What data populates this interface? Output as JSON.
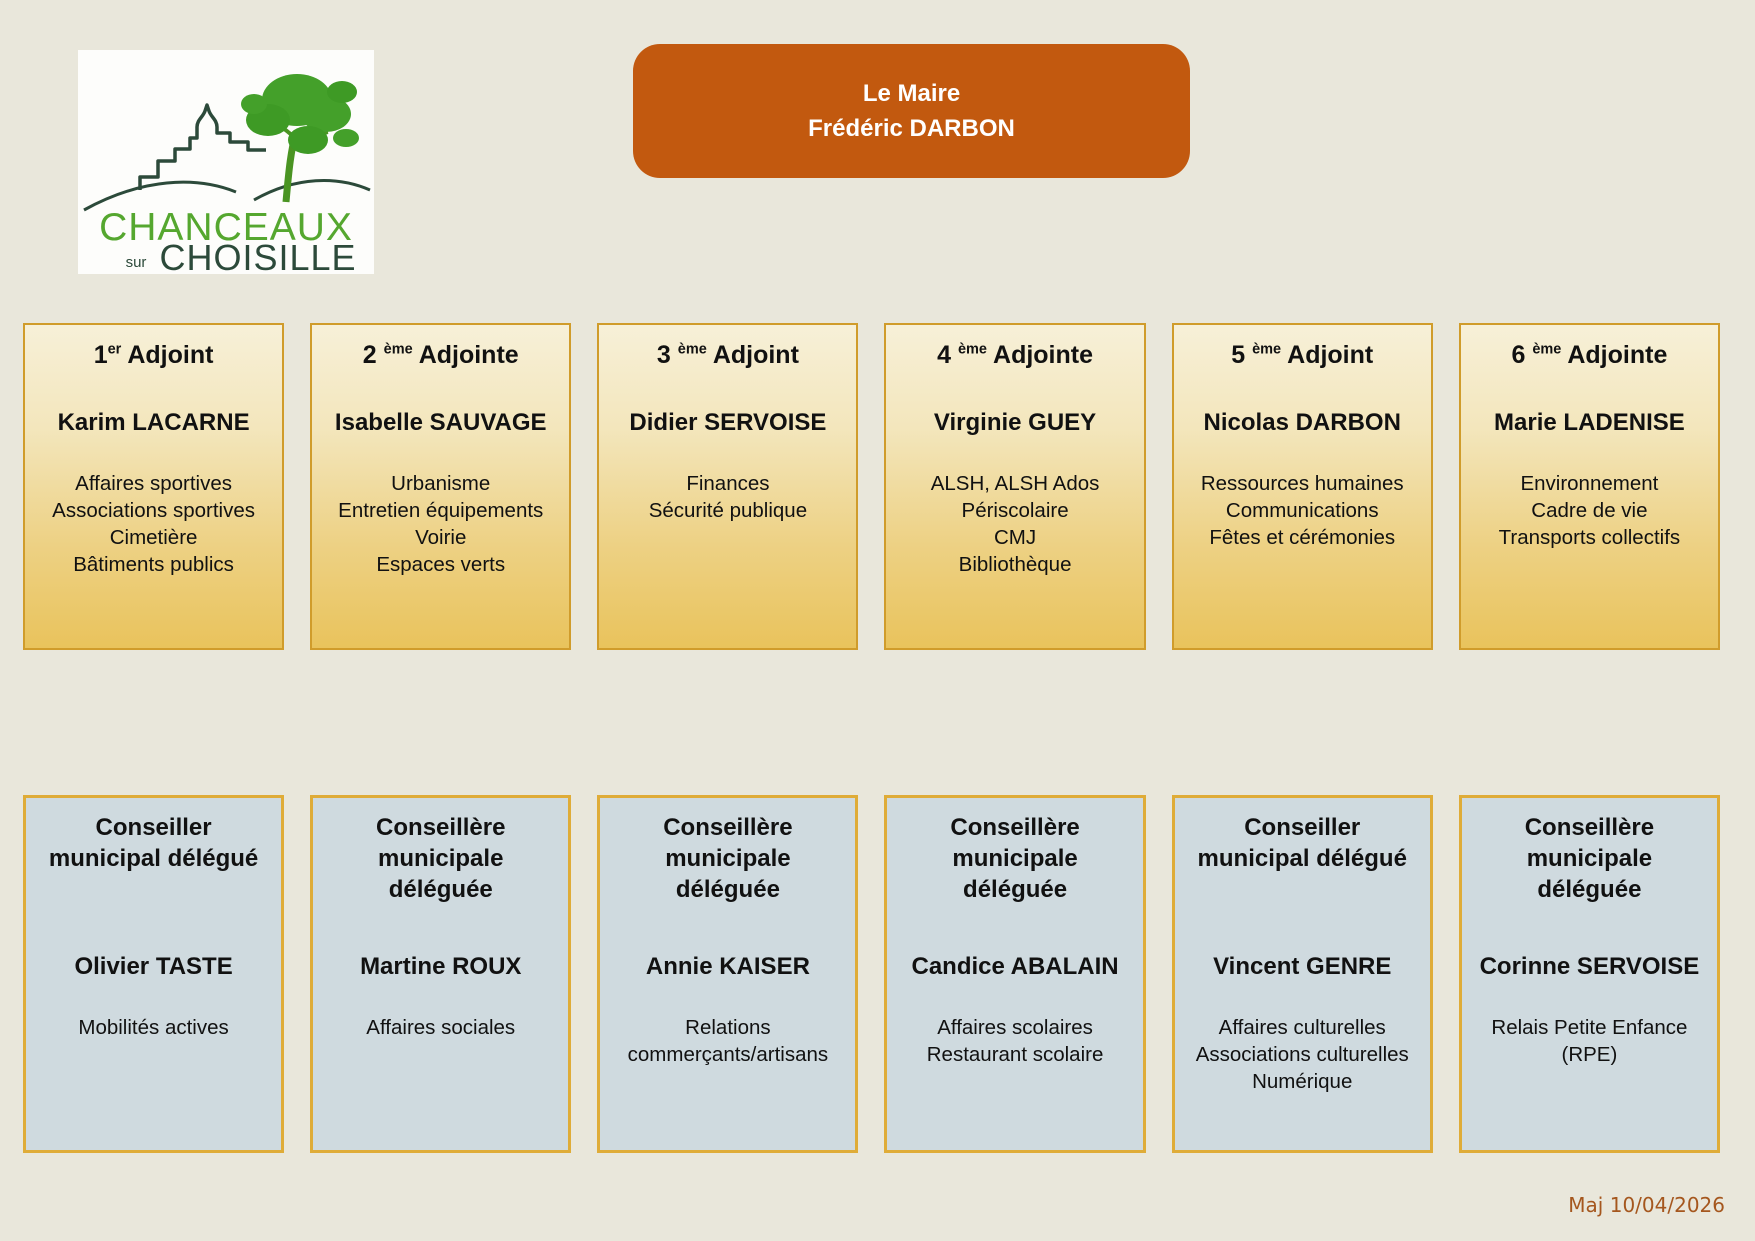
{
  "mayor": {
    "title": "Le Maire",
    "name": "Frédéric DARBON"
  },
  "logo": {
    "line1": "CHANCEAUX",
    "line2_small": "sur",
    "line2": "CHOISILLE"
  },
  "adjoints": [
    {
      "num": "1",
      "sup": "er",
      "role": " Adjoint",
      "name": "Karim LACARNE",
      "duties": [
        "Affaires sportives",
        "Associations sportives",
        "Cimetière",
        "Bâtiments publics"
      ]
    },
    {
      "num": "2 ",
      "sup": "ème",
      "role": " Adjointe",
      "name": "Isabelle SAUVAGE",
      "duties": [
        "Urbanisme",
        "Entretien équipements",
        "Voirie",
        "Espaces verts"
      ]
    },
    {
      "num": "3 ",
      "sup": "ème",
      "role": " Adjoint",
      "name": "Didier SERVOISE",
      "duties": [
        "Finances",
        "Sécurité publique"
      ]
    },
    {
      "num": "4 ",
      "sup": "ème",
      "role": " Adjointe",
      "name": "Virginie GUEY",
      "duties": [
        "ALSH, ALSH Ados",
        "Périscolaire",
        "CMJ",
        "Bibliothèque"
      ]
    },
    {
      "num": "5 ",
      "sup": "ème",
      "role": " Adjoint",
      "name": "Nicolas DARBON",
      "duties": [
        "Ressources humaines",
        "Communications",
        "Fêtes et cérémonies"
      ]
    },
    {
      "num": "6 ",
      "sup": "ème",
      "role": " Adjointe",
      "name": "Marie LADENISE",
      "duties": [
        "Environnement",
        "Cadre de vie",
        "Transports collectifs"
      ]
    }
  ],
  "conseillers": [
    {
      "title_lines": [
        "Conseiller",
        "municipal délégué"
      ],
      "name": "Olivier TASTE",
      "duties": [
        "Mobilités actives"
      ]
    },
    {
      "title_lines": [
        "Conseillère",
        "municipale",
        "déléguée"
      ],
      "name": "Martine ROUX",
      "duties": [
        "Affaires sociales"
      ]
    },
    {
      "title_lines": [
        "Conseillère",
        "municipale",
        "déléguée"
      ],
      "name": "Annie KAISER",
      "duties": [
        "Relations",
        "commerçants/artisans"
      ]
    },
    {
      "title_lines": [
        "Conseillère",
        "municipale",
        "déléguée"
      ],
      "name": "Candice ABALAIN",
      "duties": [
        "Affaires scolaires",
        "Restaurant scolaire"
      ]
    },
    {
      "title_lines": [
        "Conseiller",
        "municipal délégué"
      ],
      "name": "Vincent GENRE",
      "duties": [
        "Affaires culturelles",
        "Associations culturelles",
        "Numérique"
      ]
    },
    {
      "title_lines": [
        "Conseillère",
        "municipale",
        "déléguée"
      ],
      "name": "Corinne SERVOISE",
      "duties": [
        "Relais Petite Enfance",
        "(RPE)"
      ]
    }
  ],
  "footer": {
    "updated": "Maj 10/04/2026"
  },
  "colors": {
    "background": "#E9E7DB",
    "mayor_bg": "#C2590F",
    "adjoint_border": "#D09C2B",
    "adjoint_gradient_top": "#F7F0D8",
    "adjoint_gradient_bottom": "#E9C35C",
    "conseiller_bg": "#CFDADF",
    "conseiller_border": "#DFAC38",
    "footer_text": "#A5571E",
    "logo_green": "#55A72F",
    "logo_dark": "#2C4A3A"
  }
}
